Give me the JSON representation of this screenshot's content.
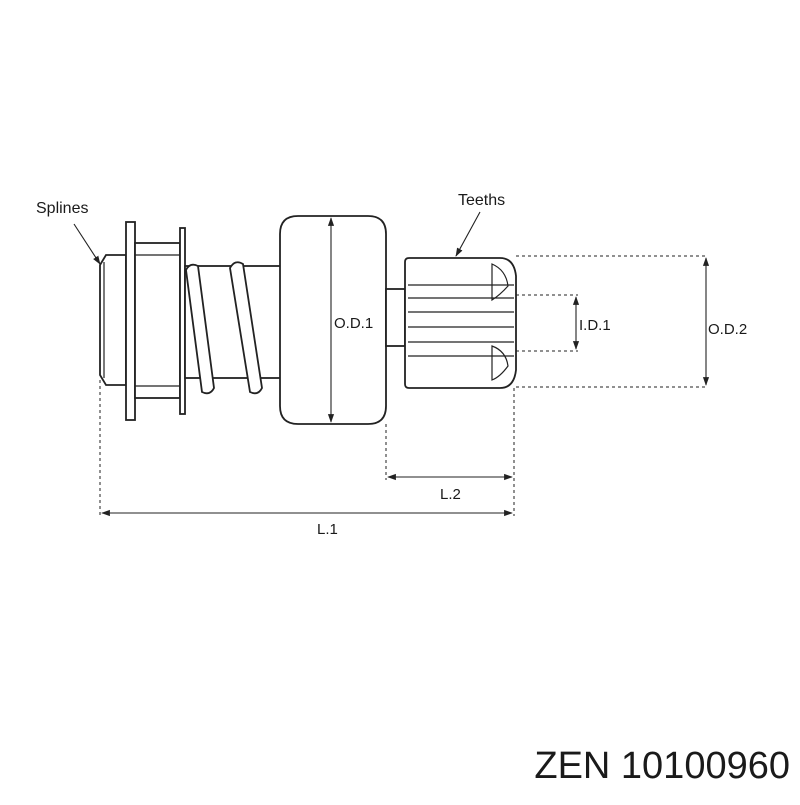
{
  "labels": {
    "splines": "Splines",
    "teeths": "Teeths",
    "od1": "O.D.1",
    "od2": "O.D.2",
    "id1": "I.D.1",
    "l1": "L.1",
    "l2": "L.2"
  },
  "caption": "ZEN 10100960",
  "colors": {
    "ink": "#222222",
    "background": "#ffffff"
  }
}
